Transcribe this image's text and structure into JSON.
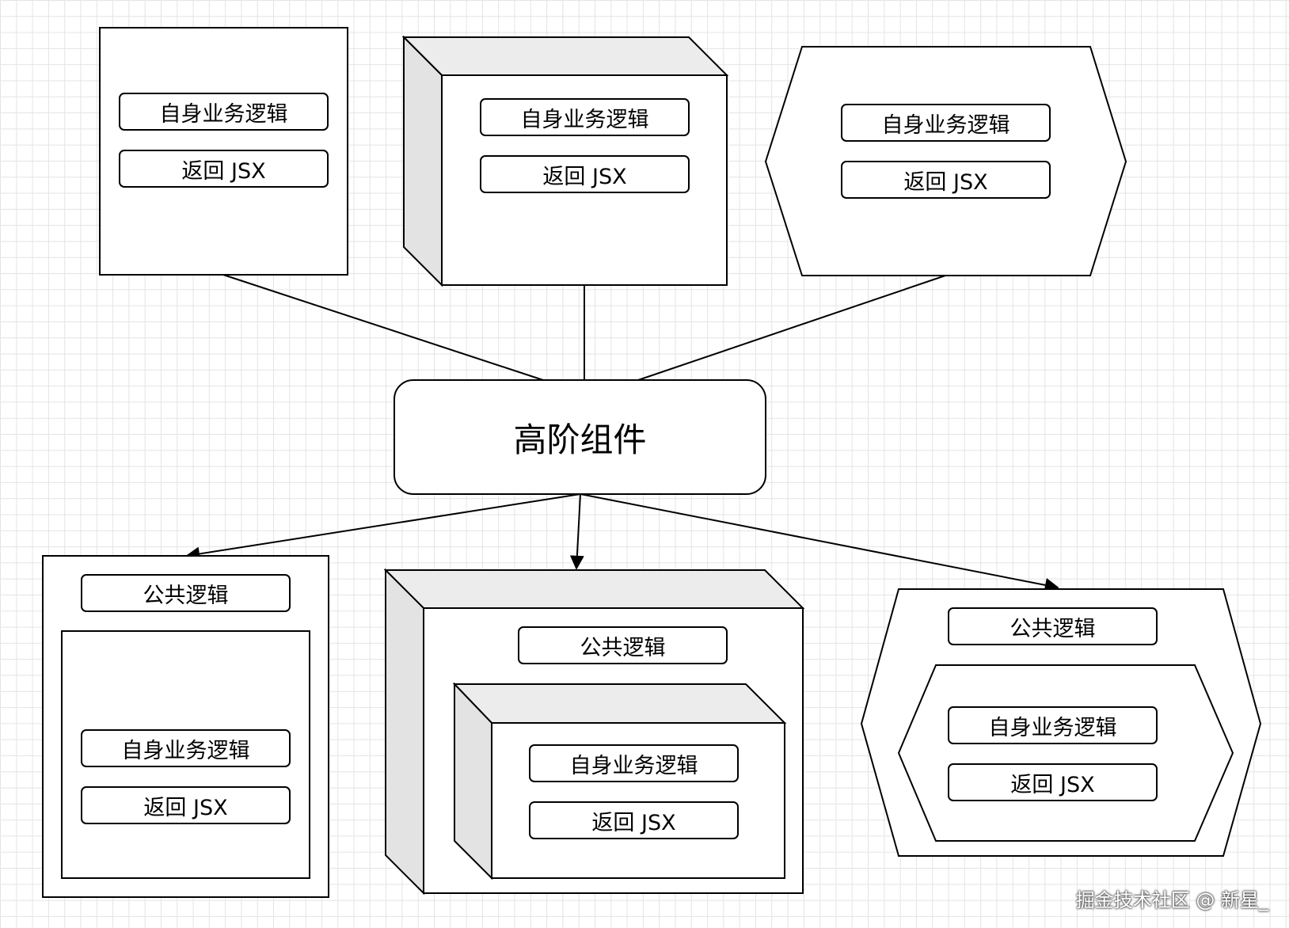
{
  "diagram": {
    "center_label": "高阶组件",
    "top_components": [
      {
        "shape": "rectangle",
        "items": [
          "自身业务逻辑",
          "返回 JSX"
        ]
      },
      {
        "shape": "cube",
        "items": [
          "自身业务逻辑",
          "返回 JSX"
        ]
      },
      {
        "shape": "hexagon",
        "items": [
          "自身业务逻辑",
          "返回 JSX"
        ]
      }
    ],
    "bottom_components": [
      {
        "shape": "rectangle",
        "outer_label": "公共逻辑",
        "inner_items": [
          "自身业务逻辑",
          "返回 JSX"
        ]
      },
      {
        "shape": "cube",
        "outer_label": "公共逻辑",
        "inner_items": [
          "自身业务逻辑",
          "返回 JSX"
        ]
      },
      {
        "shape": "hexagon",
        "outer_label": "公共逻辑",
        "inner_items": [
          "自身业务逻辑",
          "返回 JSX"
        ]
      }
    ]
  },
  "watermark": "掘金技术社区 @ 新星_"
}
